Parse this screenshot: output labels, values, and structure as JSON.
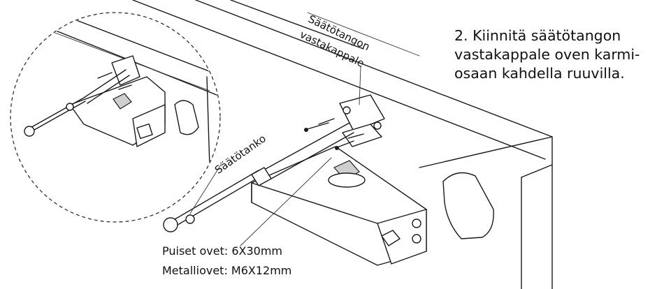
{
  "instruction": {
    "text": "2. Kiinnitä säätötangon\nvastakappale oven karmi-\nosaan kahdella ruuvilla."
  },
  "labels": {
    "counterpart_line1": "Säätötangon",
    "counterpart_line2": "vastakappale",
    "rod": "Säätötanko"
  },
  "screw_specs": {
    "wood": "Puiset ovet: 6X30mm",
    "metal": "Metalliovet: M6X12mm"
  }
}
